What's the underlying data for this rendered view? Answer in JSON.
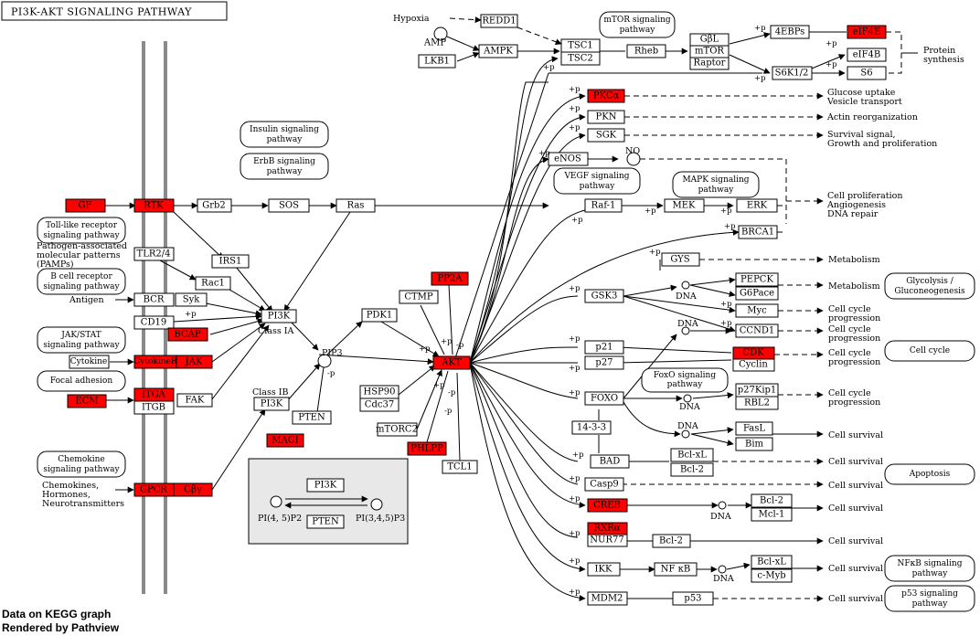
{
  "title": "PI3K-AKT SIGNALING PATHWAY",
  "footer": {
    "line1": "Data on KEGG graph",
    "line2": "Rendered by Pathview"
  },
  "colors": {
    "highlight": "#ff0000",
    "membrane": "#8a8a8a",
    "legend_bg": "#e8e8e8"
  },
  "nodes": {
    "GF": "GF",
    "RTK": "RTK",
    "Grb2": "Grb2",
    "SOS": "SOS",
    "Ras": "Ras",
    "TLR24": "TLR2/4",
    "IRS1": "IRS1",
    "Rac1": "Rac1",
    "BCR": "BCR",
    "Syk": "Syk",
    "CD19": "CD19",
    "BCAP": "BCAP",
    "Cytokine": "Cytokine",
    "CytokineR": "CytokineR",
    "JAK": "JAK",
    "ITGA": "ITGA",
    "ITGB": "ITGB",
    "ECM": "ECM",
    "FAK": "FAK",
    "GPCR": "GPCR",
    "Gbg": "Gβγ",
    "PI3K_IA": "PI3K",
    "PI3K_IB": "PI3K",
    "PTEN": "PTEN",
    "MAGI": "MAGI",
    "PDK1": "PDK1",
    "CTMP": "CTMP",
    "PP2A": "PP2A",
    "HSP90": "HSP90",
    "Cdc37": "Cdc37",
    "mTORC2": "mTORC2",
    "PHLPP": "PHLPP",
    "TCL1": "TCL1",
    "AKT": "AKT",
    "REDD1": "REDD1",
    "AMPK": "AMPK",
    "LKB1": "LKB1",
    "TSC1": "TSC1",
    "TSC2": "TSC2",
    "Rheb": "Rheb",
    "GbL": "GβL",
    "mTOR": "mTOR",
    "Raptor": "Raptor",
    "4EBPs": "4EBPs",
    "eIF4E": "eIF4E",
    "eIF4B": "eIF4B",
    "S6K12": "S6K1/2",
    "S6": "S6",
    "PKCa": "PKCα",
    "PKN": "PKN",
    "SGK": "SGK",
    "eNOS": "eNOS",
    "Raf1": "Raf-1",
    "MEK": "MEK",
    "ERK": "ERK",
    "BRCA1": "BRCA1",
    "GYS": "GYS",
    "GSK3": "GSK3",
    "PEPCK": "PEPCK",
    "G6Pace": "G6Pace",
    "Myc": "Myc",
    "CCND1": "CCND1",
    "p21": "p21",
    "p27": "p27",
    "CDK": "CDK",
    "Cyclin": "Cyclin",
    "FOXO": "FOXO",
    "p27Kip1": "p27Kip1",
    "RBL2": "RBL2",
    "FasL": "FasL",
    "Bim": "Bim",
    "1433": "14-3-3",
    "BAD": "BAD",
    "BclxL_1": "Bcl-xL",
    "Bcl2_1": "Bcl-2",
    "Casp9": "Casp9",
    "CREB": "CREB",
    "Bcl2_2": "Bcl-2",
    "Mcl1": "Mcl-1",
    "RXRa": "RXRα",
    "NUR77": "NUR77",
    "Bcl2_3": "Bcl-2",
    "IKK": "IKK",
    "NFkB": "NF κB",
    "BclxL_2": "Bcl-xL",
    "cMyb": "c-Myb",
    "MDM2": "MDM2",
    "p53": "p53",
    "legend_PI3K": "PI3K",
    "legend_PTEN": "PTEN"
  },
  "compounds": {
    "AMP": "AMP",
    "PIP3": "PIP3",
    "NO": "NO",
    "PI45P2": "PI(4, 5)P2",
    "PI345P3": "PI(3,4,5)P3"
  },
  "pathways": {
    "insulin": [
      "Insulin signaling",
      "pathway"
    ],
    "erbb": [
      "ErbB signaling",
      "pathway"
    ],
    "tollike": [
      "Toll-like receptor",
      "signaling pathway"
    ],
    "bcell": [
      "B cell receptor",
      "signaling pathway"
    ],
    "jakstat": [
      "JAK/STAT",
      "signaling pathway"
    ],
    "focal": [
      "Focal adhesion"
    ],
    "chemokine": [
      "Chemokine",
      "signaling pathway"
    ],
    "mtor": [
      "mTOR signaling",
      "pathway"
    ],
    "vegf": [
      "VEGF signaling",
      "pathway"
    ],
    "mapk": [
      "MAPK signaling",
      "pathway"
    ],
    "foxo": [
      "FoxO signaling",
      "pathway"
    ],
    "glyco": [
      "Glycolysis /",
      "Gluconeogenesis"
    ],
    "cellcycle": [
      "Cell cycle"
    ],
    "apoptosis": [
      "Apoptosis"
    ],
    "nfkb": [
      "NFκB signaling",
      "pathway"
    ],
    "p53path": [
      "p53 signaling",
      "pathway"
    ]
  },
  "labels": {
    "Hypoxia": "Hypoxia",
    "PAMPs": [
      "Pathogen-associated",
      "molecular patterns",
      "(PAMPs)"
    ],
    "Antigen": "Antigen",
    "Chemokines": [
      "Chemokines,",
      "Hormones,",
      "Neurotransmitters"
    ],
    "ClassIA": "Class IA",
    "ClassIB": "Class IB",
    "DNA": "DNA",
    "protein_synthesis": [
      "Protein",
      "synthesis"
    ],
    "glucose": [
      "Glucose uptake",
      "Vesicle transport"
    ],
    "actin": "Actin reorganization",
    "survival_growth": [
      "Survival signal,",
      "Growth and proliferation"
    ],
    "cellprolif": [
      "Cell proliferation",
      "Angiogenesis",
      "DNA repair"
    ],
    "metabolism": "Metabolism",
    "cellcycleprog": [
      "Cell cycle",
      "progression"
    ],
    "cellsurvival": "Cell survival",
    "plus_p": "+p",
    "minus_p": "-p"
  }
}
